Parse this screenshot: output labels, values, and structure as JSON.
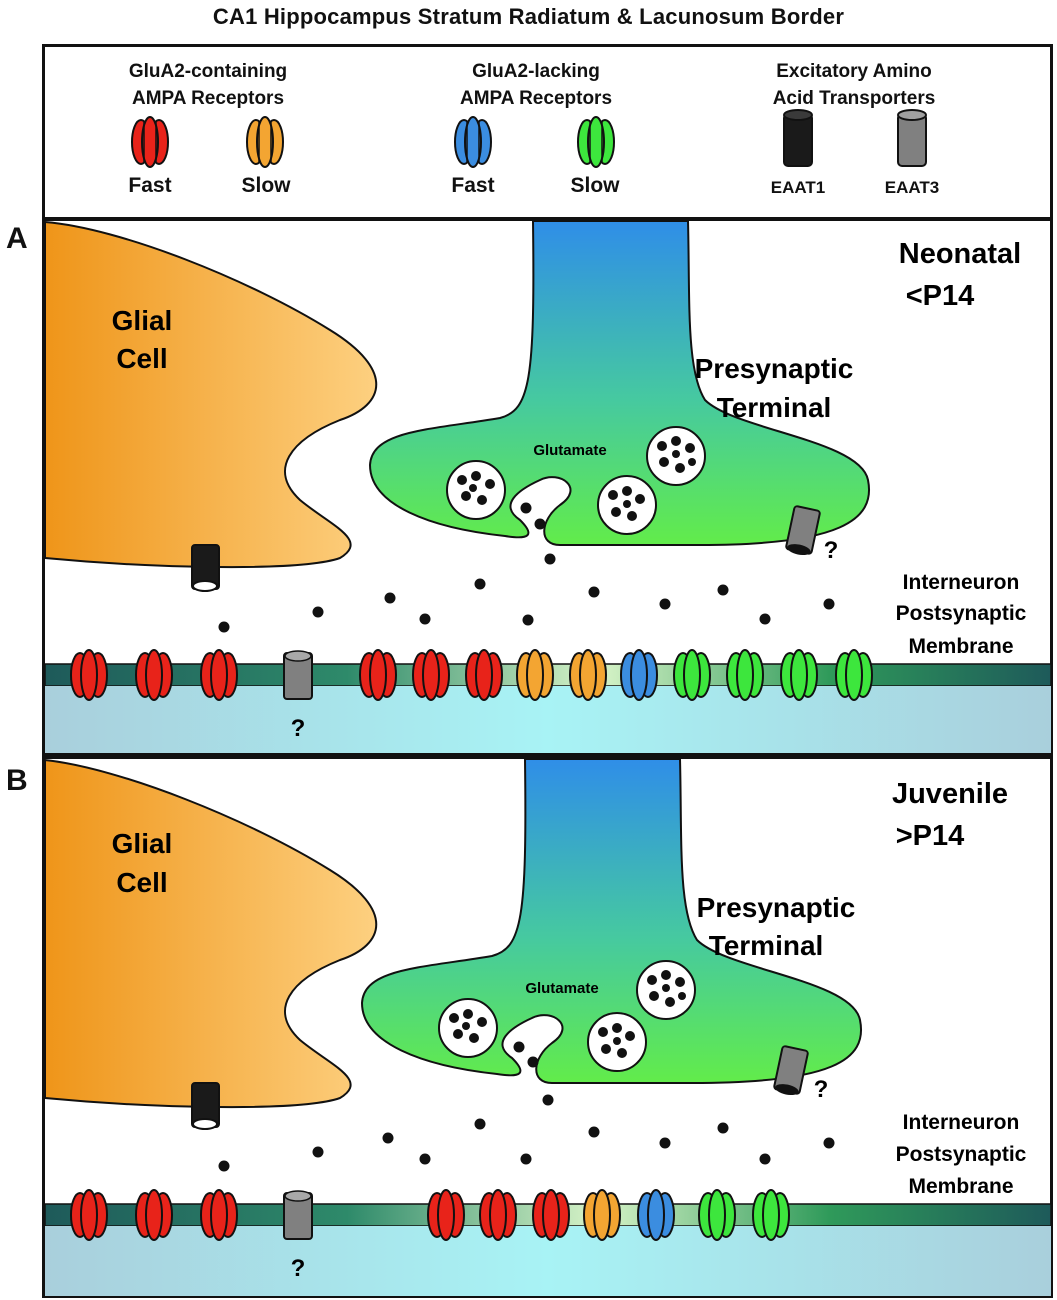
{
  "title": "CA1 Hippocampus Stratum Radiatum & Lacunosum Border",
  "legend": {
    "group1": "GluA2-containing\nAMPA Receptors",
    "group1_line1": "GluA2-containing",
    "group1_line2": "AMPA Receptors",
    "group2_line1": "GluA2-lacking",
    "group2_line2": "AMPA Receptors",
    "group3_line1": "Excitatory Amino",
    "group3_line2": "Acid Transporters",
    "fast": "Fast",
    "slow": "Slow",
    "eaat1": "EAAT1",
    "eaat3": "EAAT3"
  },
  "colors": {
    "glua2_fast": "#e8231a",
    "glua2_slow": "#f3a532",
    "lacking_fast": "#3b8de0",
    "lacking_slow": "#3de63d",
    "eaat1": "#1a1a1a",
    "eaat3": "#808080",
    "glial": "#f5a02a",
    "membrane": "#1e5a5a"
  },
  "panel_a": {
    "letter": "A",
    "age_line1": "Neonatal",
    "age_line2": "<P14",
    "glial_line1": "Glial",
    "glial_line2": "Cell",
    "pre_line1": "Presynaptic",
    "pre_line2": "Terminal",
    "glutamate": "Glutamate",
    "post_line1": "Interneuron",
    "post_line2": "Postsynaptic",
    "post_line3": "Membrane",
    "question": "?"
  },
  "panel_b": {
    "letter": "B",
    "age_line1": "Juvenile",
    "age_line2": ">P14",
    "glial_line1": "Glial",
    "glial_line2": "Cell",
    "pre_line1": "Presynaptic",
    "pre_line2": "Terminal",
    "glutamate": "Glutamate",
    "post_line1": "Interneuron",
    "post_line2": "Postsynaptic",
    "post_line3": "Membrane",
    "question": "?"
  }
}
